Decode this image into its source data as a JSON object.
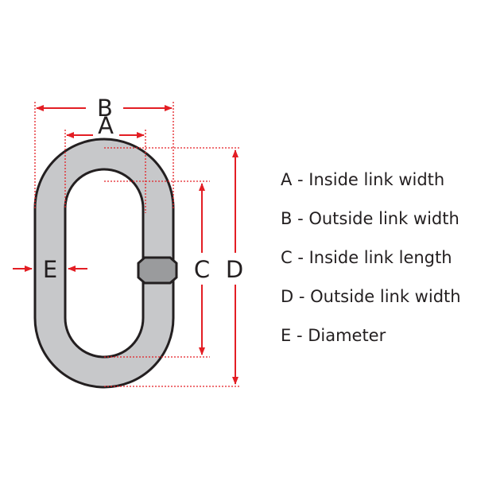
{
  "colors": {
    "link_fill": "#c7c8ca",
    "link_outline": "#231f20",
    "clip_fill": "#9a9b9d",
    "dimension": "#e31e24",
    "text": "#231f20",
    "background": "#ffffff"
  },
  "dimensions": {
    "a": {
      "letter": "A"
    },
    "b": {
      "letter": "B"
    },
    "c": {
      "letter": "C"
    },
    "d": {
      "letter": "D"
    },
    "e": {
      "letter": "E"
    }
  },
  "legend": [
    {
      "text": "A - Inside link width"
    },
    {
      "text": "B - Outside link width"
    },
    {
      "text": "C - Inside link length"
    },
    {
      "text": "D - Outside link width"
    },
    {
      "text": "E - Diameter"
    }
  ]
}
